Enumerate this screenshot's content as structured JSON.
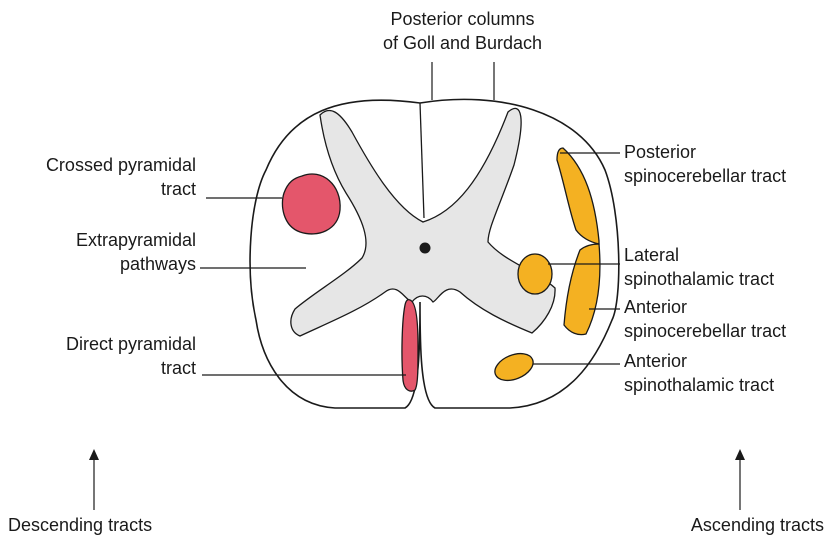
{
  "labels": {
    "posterior_columns": [
      "Posterior columns",
      "of Goll and Burdach"
    ],
    "crossed_pyramidal": [
      "Crossed pyramidal",
      "tract"
    ],
    "extrapyramidal": [
      "Extrapyramidal",
      "pathways"
    ],
    "direct_pyramidal": [
      "Direct pyramidal",
      "tract"
    ],
    "posterior_spinocerebellar": [
      "Posterior",
      "spinocerebellar tract"
    ],
    "lateral_spinothalamic": [
      "Lateral",
      "spinothalamic tract"
    ],
    "anterior_spinocerebellar": [
      "Anterior",
      "spinocerebellar tract"
    ],
    "anterior_spinothalamic": [
      "Anterior",
      "spinothalamic tract"
    ],
    "descending_tracts": "Descending tracts",
    "ascending_tracts": "Ascending tracts"
  },
  "colors": {
    "descending_tract_fill": "#e4566b",
    "ascending_tract_fill": "#f4b122",
    "grey_matter_fill": "#e6e6e6",
    "outline": "#1a1a1a"
  }
}
